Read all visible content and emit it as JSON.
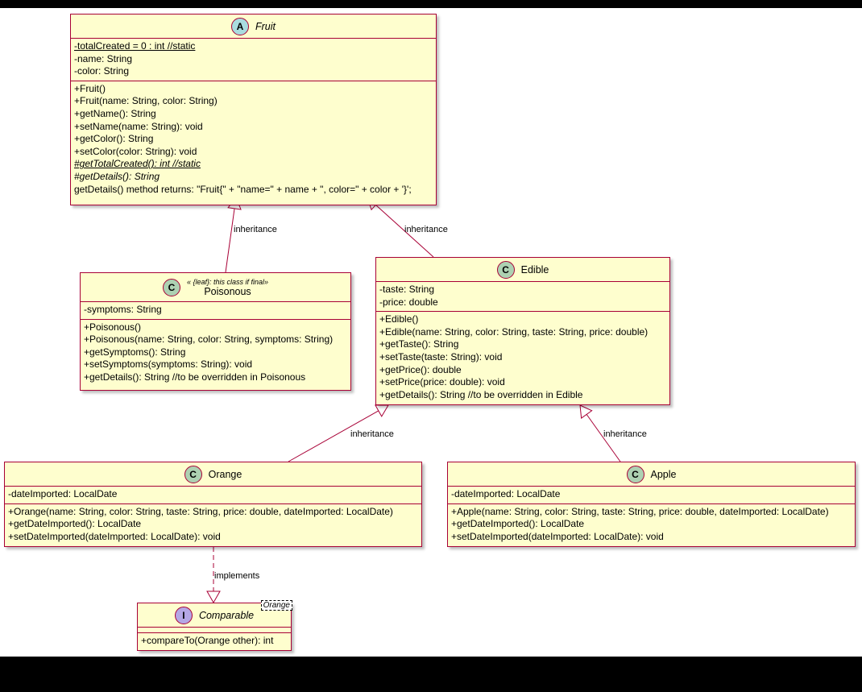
{
  "classes": {
    "fruit": {
      "name": "Fruit",
      "badge": "A",
      "fields": [
        "-totalCreated = 0 : int //static",
        "-name: String",
        "-color: String"
      ],
      "methods": [
        "+Fruit()",
        "+Fruit(name: String, color: String)",
        "+getName(): String",
        "+setName(name: String): void",
        "+getColor(): String",
        "+setColor(color: String): void",
        "#getTotalCreated(): int //static",
        "#getDetails(): String",
        "getDetails() method returns: \"Fruit{\" + \"name=\" + name + \", color=\" + color + '}';"
      ]
    },
    "poisonous": {
      "name": "Poisonous",
      "badge": "C",
      "stereotype": "« {leaf}: this class if final»",
      "fields": [
        "-symptoms: String"
      ],
      "methods": [
        "+Poisonous()",
        "+Poisonous(name: String, color: String, symptoms: String)",
        "+getSymptoms(): String",
        "+setSymptoms(symptoms: String): void",
        "+getDetails(): String //to be overridden in Poisonous"
      ]
    },
    "edible": {
      "name": "Edible",
      "badge": "C",
      "fields": [
        "-taste: String",
        "-price: double"
      ],
      "methods": [
        "+Edible()",
        "+Edible(name: String, color: String, taste: String, price: double)",
        "+getTaste(): String",
        "+setTaste(taste: String): void",
        "+getPrice(): double",
        "+setPrice(price: double): void",
        "+getDetails(): String //to be overridden in Edible"
      ]
    },
    "orange": {
      "name": "Orange",
      "badge": "C",
      "fields": [
        "-dateImported: LocalDate"
      ],
      "methods": [
        "+Orange(name: String, color: String, taste: String, price: double, dateImported: LocalDate)",
        "+getDateImported(): LocalDate",
        "+setDateImported(dateImported: LocalDate): void"
      ]
    },
    "apple": {
      "name": "Apple",
      "badge": "C",
      "fields": [
        "-dateImported: LocalDate"
      ],
      "methods": [
        "+Apple(name: String, color: String, taste: String, price: double, dateImported: LocalDate)",
        "+getDateImported(): LocalDate",
        "+setDateImported(dateImported: LocalDate): void"
      ]
    },
    "comparable": {
      "name": "Comparable",
      "badge": "I",
      "type_param": "Orange",
      "methods": [
        "+compareTo(Orange other): int"
      ]
    }
  },
  "edges": {
    "poisonous_fruit": "inheritance",
    "edible_fruit": "inheritance",
    "orange_edible": "inheritance",
    "apple_edible": "inheritance",
    "orange_comparable": "implements"
  },
  "colors": {
    "class_fill": "#fefece",
    "class_border": "#a80036",
    "class_badge": "#add1b2",
    "abstract_badge": "#a9dcdf",
    "interface_badge": "#b4a7e5"
  }
}
